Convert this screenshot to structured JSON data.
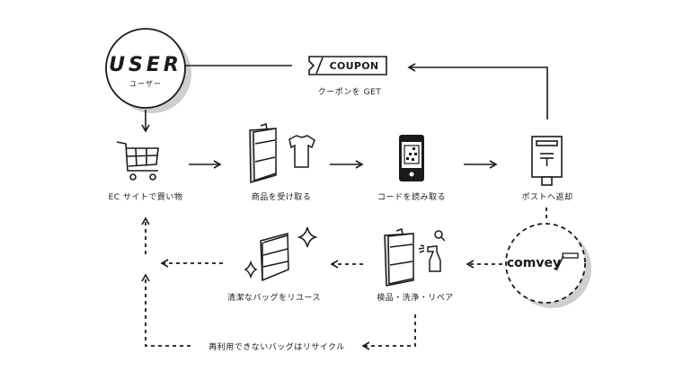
{
  "diagram": {
    "user": {
      "title": "USER",
      "subtitle": "ユーザー"
    },
    "coupon": {
      "badge": "COUPON",
      "caption": "クーポンを GET"
    },
    "steps": [
      {
        "id": "ec-shopping",
        "label": "EC サイトで買い物",
        "icon": "shopping-cart-icon"
      },
      {
        "id": "receive-goods",
        "label": "商品を受け取る",
        "icon": "shopping-bag-tshirt-icon"
      },
      {
        "id": "read-code",
        "label": "コードを読み取る",
        "icon": "smartphone-qr-icon"
      },
      {
        "id": "return-post",
        "label": "ポストへ返却",
        "icon": "postbox-icon"
      }
    ],
    "service": {
      "name": "comvey",
      "icon": "comvey-logo"
    },
    "return_flow": [
      {
        "id": "inspect-clean",
        "label": "検品・洗浄・リペア",
        "icon": "bag-spray-inspect-icon"
      },
      {
        "id": "reuse",
        "label": "清潔なバッグをリユース",
        "icon": "clean-bag-sparkle-icon"
      }
    ],
    "recycle": {
      "label": "再利用できないバッグはリサイクル"
    },
    "colors": {
      "ink": "#1a1a1a",
      "shadow": "#cfcfcf",
      "background": "#ffffff"
    }
  }
}
